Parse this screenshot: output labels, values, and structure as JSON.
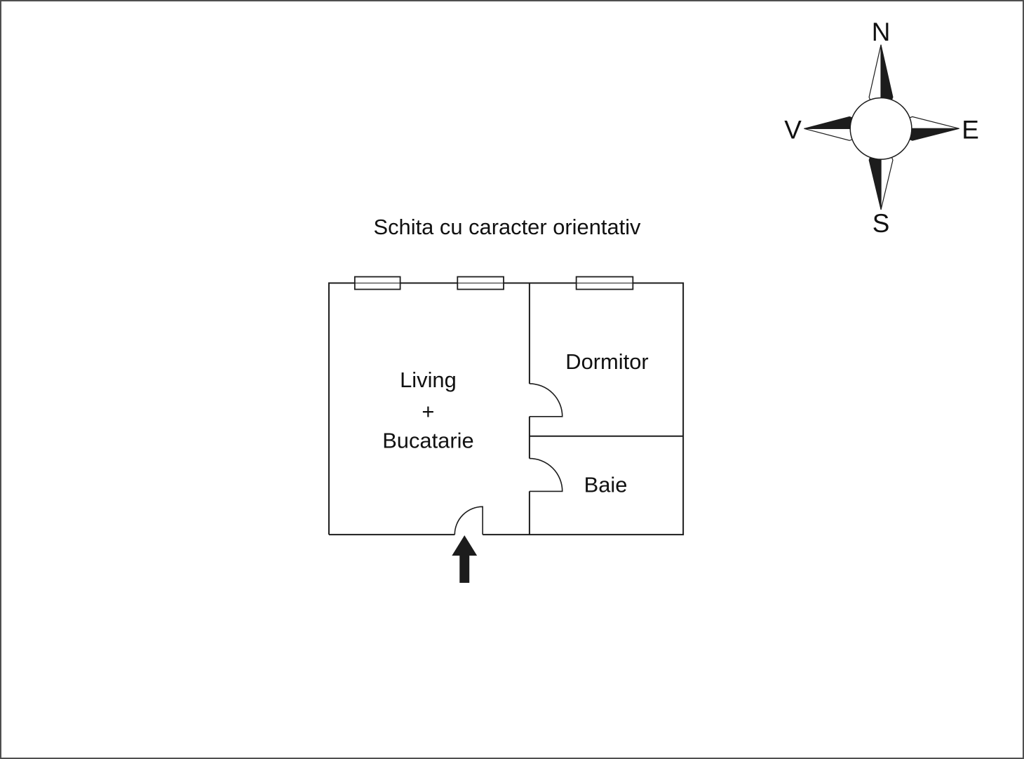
{
  "title": "Schita cu caracter orientativ",
  "compass": {
    "north": "N",
    "east": "E",
    "south": "S",
    "west": "V"
  },
  "rooms": {
    "living": {
      "lines": [
        "Living",
        "+",
        "Bucatarie"
      ]
    },
    "dormitor": "Dormitor",
    "baie": "Baie"
  },
  "colors": {
    "ink": "#1c1c1c"
  }
}
